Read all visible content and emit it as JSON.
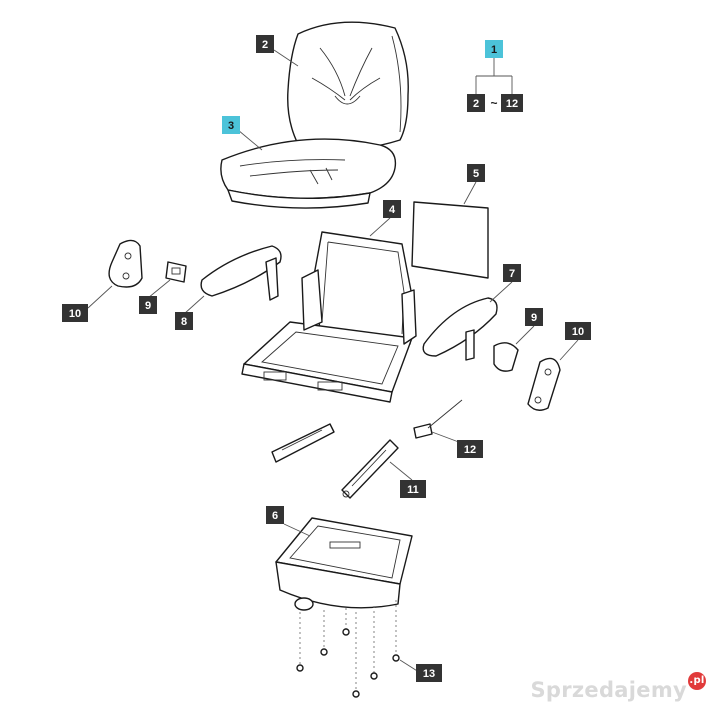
{
  "colors": {
    "line": "#1a1a1a",
    "label_bg": "#333333",
    "label_accent_bg": "#4cc3d9",
    "label_fg": "#ffffff"
  },
  "callouts": {
    "c1": "1",
    "c2_range_start": "2",
    "c_range_separator": "~",
    "c12_range_end": "12",
    "backrest": "2",
    "cushion": "3",
    "frame": "4",
    "pad": "5",
    "suspension": "6",
    "armrest_right": "7",
    "armrest_left": "8",
    "belt_buckle_left": "9",
    "belt_buckle_right": "9",
    "side_panel_left": "10",
    "side_panel_right": "10",
    "rail_right": "11",
    "lever": "12",
    "bolts": "13"
  },
  "watermark": {
    "text": "Sprzedajemy",
    "badge": ".pl"
  }
}
